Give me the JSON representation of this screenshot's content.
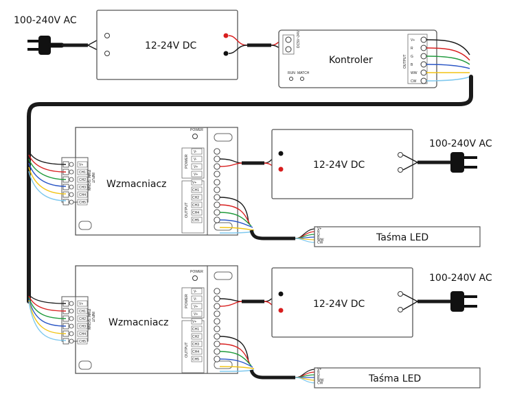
{
  "labels": {
    "ac_top": "100-240V AC",
    "psu_top": "12-24V DC",
    "controller": "Kontroler",
    "amp1": "Wzmacniacz",
    "amp2": "Wzmacniacz",
    "psu_mid": "12-24V DC",
    "ac_mid": "100-240V AC",
    "strip1": "Taśma LED",
    "psu_bot": "12-24V DC",
    "ac_bot": "100-240V AC",
    "strip2": "Taśma LED"
  },
  "small": {
    "run": "RUN",
    "match": "MATCH",
    "power": "POWER",
    "input": "INPUT",
    "pwm_signal": "PWM SIGNAL",
    "output": "OUTPUT",
    "power_group": "POWER",
    "ctrl_in": "DC5V~24V",
    "ctrl_out": "OUTPUT"
  },
  "channels": {
    "input": [
      "V+",
      "CH1",
      "CH2",
      "CH3",
      "CH4",
      "CH5"
    ],
    "power_terms": [
      "V-",
      "V-",
      "V+",
      "V+"
    ],
    "output": [
      "V+",
      "CH1",
      "CH2",
      "CH3",
      "CH4",
      "CH5"
    ],
    "ctrl_out": [
      "V+",
      "R",
      "G",
      "B",
      "WW",
      "CW"
    ],
    "strip": [
      "V+",
      "R",
      "G",
      "B",
      "WW",
      "CW"
    ]
  },
  "colors": {
    "black": "#1a1a1a",
    "red": "#d81e1e",
    "green": "#1f9a3c",
    "blue": "#2a56c6",
    "yellow": "#f2c414",
    "lightblue": "#7ec8ee",
    "outline": "#444444"
  }
}
